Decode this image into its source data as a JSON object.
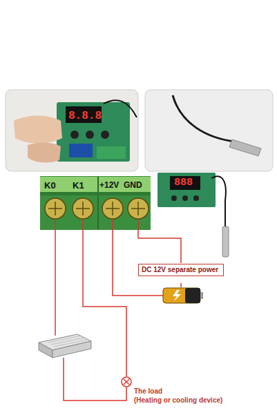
{
  "diagram": {
    "nodes": [
      {
        "text": [
          "DC 12V separate power"
        ]
      }
    ],
    "labels": [
      "K0",
      "K1",
      "+12V",
      "GND",
      "888",
      "The load",
      "(Heating or cooling device)"
    ]
  }
}
